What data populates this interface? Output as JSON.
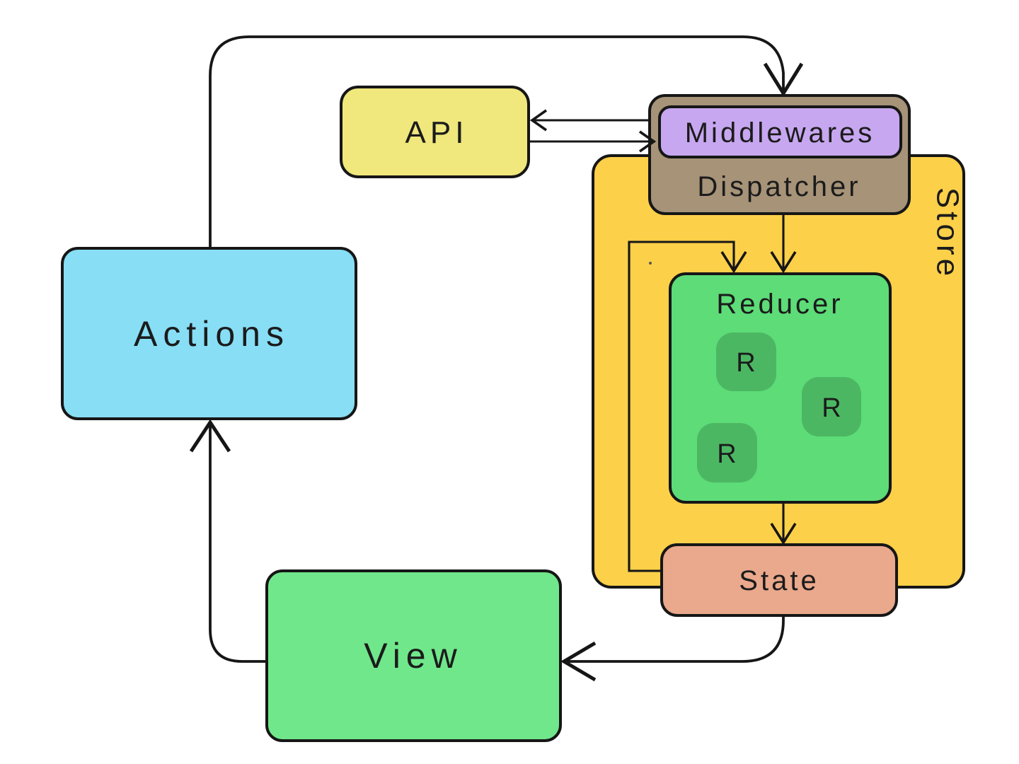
{
  "diagram": {
    "nodes": {
      "actions": "Actions",
      "api": "API",
      "store": "Store",
      "dispatcher": "Dispatcher",
      "middlewares": "Middlewares",
      "reducer": "Reducer",
      "reducers": [
        "R",
        "R",
        "R"
      ],
      "state": "State",
      "view": "View"
    },
    "colors": {
      "background": "#ffffff",
      "stroke": "#161616",
      "text": "#1b1b1b",
      "actions": "#87DEF5",
      "api": "#F0E77D",
      "store": "#FCD049",
      "dispatcher": "#A69378",
      "middlewares": "#C7A7F0",
      "reducer": "#5DDC78",
      "reducer_r": "#4CB763",
      "state": "#EAA88C",
      "view": "#70E78B"
    }
  }
}
